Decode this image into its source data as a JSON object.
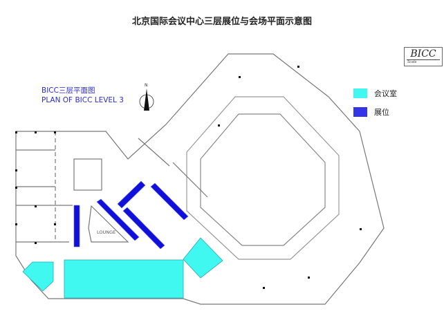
{
  "title": "北京国际会议中心三层展位与会场平面示意图",
  "plan_label": {
    "cn": "BICC三层平面图",
    "en": "PLAN OF BICC LEVEL 3"
  },
  "logo": {
    "text": "BICC",
    "sub": "Scale"
  },
  "compass": {
    "north": "N"
  },
  "legend": [
    {
      "label": "会议室",
      "color": "#40f8f0"
    },
    {
      "label": "展位",
      "color": "#3535e8"
    }
  ],
  "rooms": {
    "lounge": "LOUNGE"
  },
  "colors": {
    "meeting_room": "#40f8f0",
    "booth": "#1010d8",
    "wall": "#777777"
  }
}
